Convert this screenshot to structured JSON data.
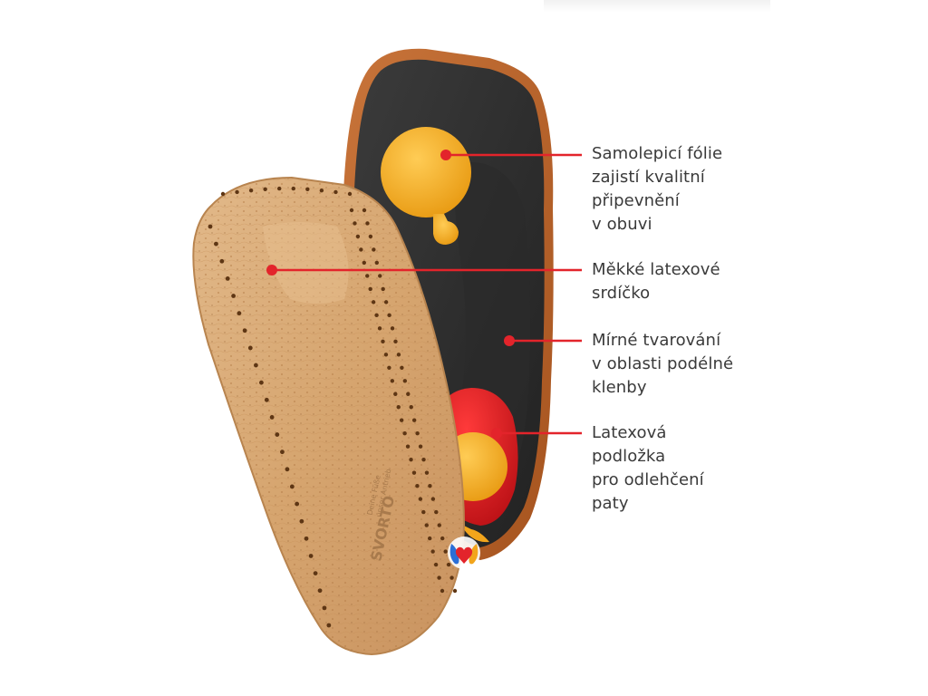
{
  "image": {
    "subject": "",
    "background_color": "#ffffff",
    "leader_color": "#e3242b",
    "text_color": "#3a3a3a"
  },
  "callouts": [
    {
      "id": "adhesive-foil",
      "lines": [
        "Samolepicí fólie",
        "zajistí kvalitní",
        "připevnění",
        "v obuvi"
      ]
    },
    {
      "id": "latex-heart",
      "lines": [
        "Měkké latexové",
        "srdíčko"
      ]
    },
    {
      "id": "arch-shaping",
      "lines": [
        "Mírné tvarování",
        "v oblasti podélné",
        "klenby"
      ]
    },
    {
      "id": "heel-pad",
      "lines": [
        "Latexová",
        "podložka",
        "pro odlehčení",
        "paty"
      ]
    }
  ],
  "insole_print": {
    "brand": "SVORTO",
    "tagline_1": "Deine Füße",
    "tagline_2": "unser Antrieb"
  },
  "badge": {
    "icon": "feet-heart-logo-icon"
  }
}
